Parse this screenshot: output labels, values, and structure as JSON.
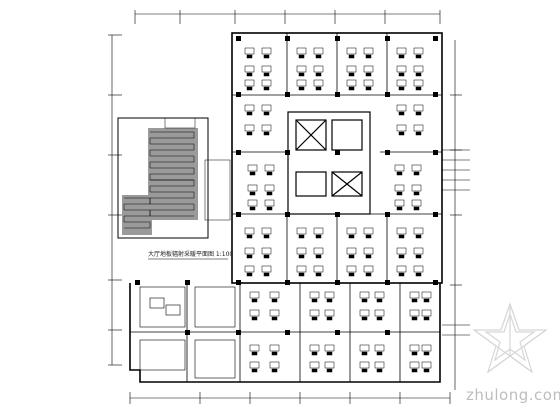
{
  "drawing": {
    "caption": "大厅地板辐射采暖平面图 1:100",
    "watermark_text": "zhulong.com",
    "watermark_logo": "zhulong-star-logo",
    "line_color": "#000000",
    "background": "#ffffff"
  }
}
